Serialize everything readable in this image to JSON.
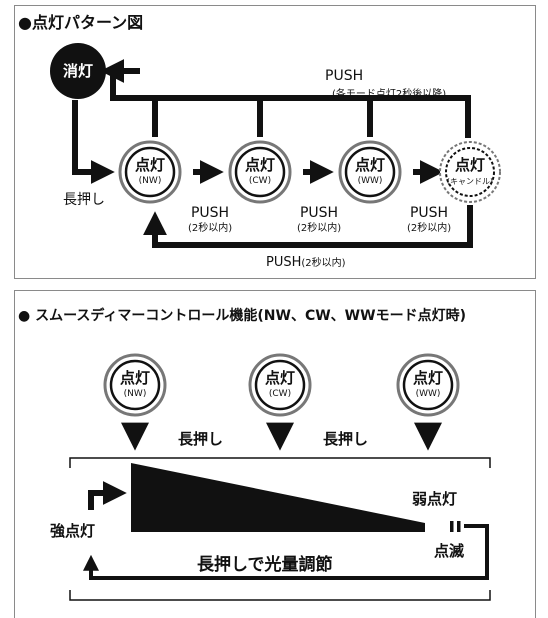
{
  "panel1": {
    "title": "●点灯パターン図",
    "off_node": "消灯",
    "long_press": "長押し",
    "top_push": {
      "label": "PUSH",
      "note": "(各モード点灯2秒後以降)"
    },
    "nodes": [
      {
        "label": "点灯",
        "mode": "(NW)"
      },
      {
        "label": "点灯",
        "mode": "(CW)"
      },
      {
        "label": "点灯",
        "mode": "(WW)"
      },
      {
        "label": "点灯",
        "mode": "(キャンドル)"
      }
    ],
    "between_push": [
      {
        "label": "PUSH",
        "note": "(2秒以内)"
      },
      {
        "label": "PUSH",
        "note": "(2秒以内)"
      },
      {
        "label": "PUSH",
        "note": "(2秒以内)"
      }
    ],
    "bottom_push": {
      "label": "PUSH",
      "note": "(2秒以内)"
    }
  },
  "panel2": {
    "title": "● スムースディマーコントロール機能(NW、CW、WWモード点灯時)",
    "nodes": [
      {
        "label": "点灯",
        "mode": "(NW)"
      },
      {
        "label": "点灯",
        "mode": "(CW)"
      },
      {
        "label": "点灯",
        "mode": "(WW)"
      }
    ],
    "long_press_1": "長押し",
    "long_press_2": "長押し",
    "strong": "強点灯",
    "weak": "弱点灯",
    "blink": "点滅",
    "caption": "長押しで光量調節"
  }
}
